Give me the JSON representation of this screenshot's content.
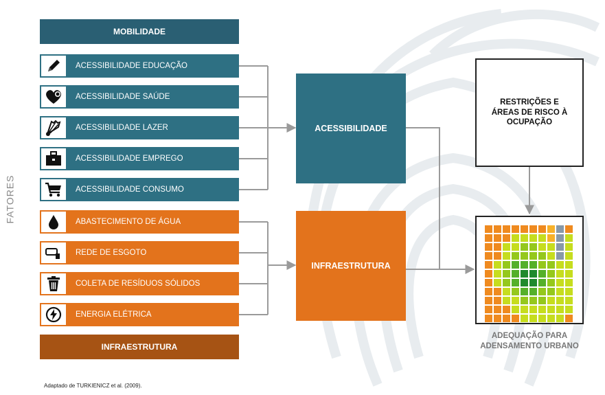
{
  "mobility_header": "MOBILIDADE",
  "infra_header": "INFRAESTRUTURA",
  "side_label": "FATORES",
  "access_items": [
    {
      "label": "ACESSIBILIDADE EDUCAÇÃO",
      "icon": "pencil-icon"
    },
    {
      "label": "ACESSIBILIDADE SAÚDE",
      "icon": "heart-icon"
    },
    {
      "label": "ACESSIBILIDADE LAZER",
      "icon": "shuttlecock-icon"
    },
    {
      "label": "ACESSIBILIDADE EMPREGO",
      "icon": "briefcase-icon"
    },
    {
      "label": "ACESSIBILIDADE CONSUMO",
      "icon": "shopping-cart-icon"
    }
  ],
  "infra_items": [
    {
      "label": "ABASTECIMENTO DE ÁGUA",
      "icon": "water-drop-icon"
    },
    {
      "label": "REDE DE ESGOTO",
      "icon": "pipe-icon"
    },
    {
      "label": "COLETA DE RESÍDUOS SÓLIDOS",
      "icon": "trash-icon"
    },
    {
      "label": "ENERGIA ELÉTRICA",
      "icon": "lightning-icon"
    }
  ],
  "accessibility_box": "ACESSIBILIDADE",
  "infrastructure_box": "INFRAESTRUTURA",
  "restrictions_box": "RESTRIÇÕES E ÁREAS DE RISCO À OCUPAÇÃO",
  "result_label": "ADEQUAÇÃO PARA ADENSAMENTO URBANO",
  "source": "Adaptado de TURKIENICZ et al. (2009).",
  "colors": {
    "blue": "#2e7083",
    "blue_dark": "#2a5f73",
    "orange": "#e3731c",
    "orange_dark": "#a65314",
    "arrow": "#9a9a9a"
  },
  "suitability_grid": [
    "OOOOOOOAGO",
    "OOOYYYYAGY",
    "OOYYLLYYGY",
    "OOYLLLLYGY",
    "OYLMMMLLYY",
    "OYLMDDMLYY",
    "OYLMDDMLYY",
    "OOYLMMLLYY",
    "OOYYLLLYYY",
    "OOOYYYYYYY",
    "OOOOYYYYYO"
  ],
  "grid_palette": {
    "O": "#ef8a1f",
    "A": "#f7b12a",
    "Y": "#c6dd1e",
    "L": "#95c81c",
    "M": "#55b02a",
    "D": "#1f8a2e",
    "G": "#8899a8"
  }
}
